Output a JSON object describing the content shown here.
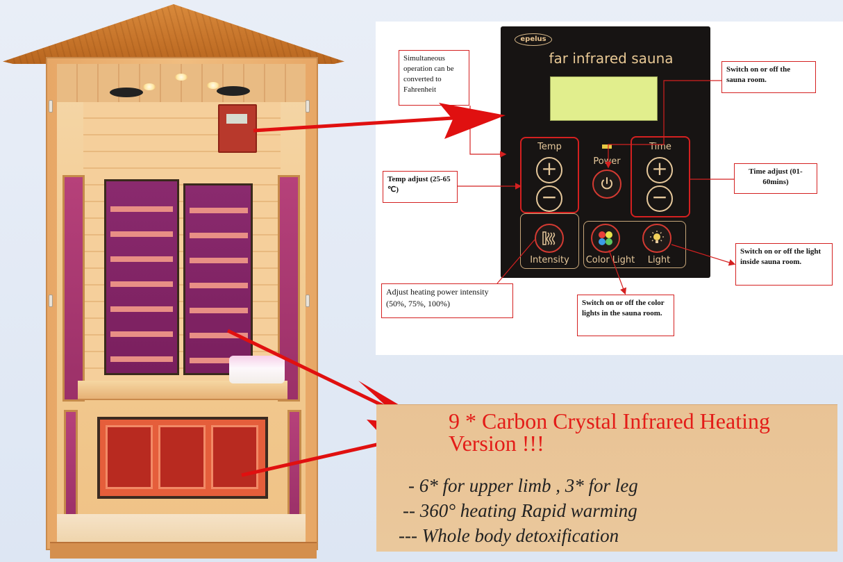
{
  "control_panel": {
    "brand": "epelus",
    "title": "far infrared sauna",
    "temp_label": "Temp",
    "time_label": "Time",
    "power_label": "Power",
    "plus_symbol": "+",
    "minus_symbol": "−",
    "intensity_label": "Intensity",
    "color_light_label": "Color Light",
    "light_label": "Light"
  },
  "callouts": {
    "fahrenheit": "Simultaneous operation can be converted to Fahrenheit",
    "power_switch": "Switch on or off the sauna room.",
    "temp_adjust": "Temp adjust (25-65 ℃)",
    "time_adjust": "Time adjust (01-60mins)",
    "light_switch": "Switch on or off the light inside sauna room.",
    "intensity": "Adjust heating power intensity (50%, 75%, 100%)",
    "color_lights": "Switch on or off the color lights in the sauna room."
  },
  "feature": {
    "title": "9 * Carbon Crystal Infrared Heating Version !!!",
    "lines": [
      "- 6* for upper limb , 3* for leg",
      "-- 360° heating Rapid warming",
      "--- Whole body detoxification"
    ]
  },
  "colors": {
    "accent_red": "#e31c18",
    "panel_black": "#171413",
    "panel_gold": "#e6c89b",
    "lcd_green": "#e1ee8d",
    "feature_bg": "#e9c395"
  }
}
